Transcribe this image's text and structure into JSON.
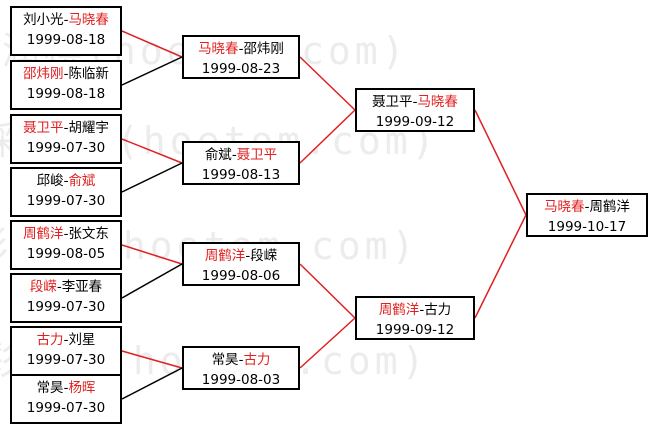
{
  "watermark": [
    "彩润棋(hoetom.com)",
    "彩润棋(hoetom.com)",
    "彩润棋(hoetom.com)",
    "彩润棋(hoetom.com)"
  ],
  "colors": {
    "line_red": "#e02020",
    "line_black": "#000000",
    "highlight": "#e02020"
  },
  "bracket": {
    "round1": [
      {
        "p1": "刘小光",
        "p2": "马晓春",
        "winner": 2,
        "date": "1999-08-18"
      },
      {
        "p1": "邵炜刚",
        "p2": "陈临新",
        "winner": 1,
        "date": "1999-08-18"
      },
      {
        "p1": "聂卫平",
        "p2": "胡耀宇",
        "winner": 1,
        "date": "1999-07-30"
      },
      {
        "p1": "邱峻",
        "p2": "俞斌",
        "winner": 2,
        "date": "1999-07-30"
      },
      {
        "p1": "周鹤洋",
        "p2": "张文东",
        "winner": 1,
        "date": "1999-08-05"
      },
      {
        "p1": "段嵘",
        "p2": "李亚春",
        "winner": 1,
        "date": "1999-07-30"
      },
      {
        "p1": "古力",
        "p2": "刘星",
        "winner": 1,
        "date": "1999-07-30"
      },
      {
        "p1": "常昊",
        "p2": "杨晖",
        "winner": 2,
        "date": "1999-07-30"
      }
    ],
    "round2": [
      {
        "p1": "马晓春",
        "p2": "邵炜刚",
        "winner": 1,
        "date": "1999-08-23"
      },
      {
        "p1": "俞斌",
        "p2": "聂卫平",
        "winner": 2,
        "date": "1999-08-13"
      },
      {
        "p1": "周鹤洋",
        "p2": "段嵘",
        "winner": 1,
        "date": "1999-08-06"
      },
      {
        "p1": "常昊",
        "p2": "古力",
        "winner": 2,
        "date": "1999-08-03"
      }
    ],
    "round3": [
      {
        "p1": "聂卫平",
        "p2": "马晓春",
        "winner": 2,
        "date": "1999-09-12"
      },
      {
        "p1": "周鹤洋",
        "p2": "古力",
        "winner": 1,
        "date": "1999-09-12"
      }
    ],
    "final": [
      {
        "p1": "马晓春",
        "p2": "周鹤洋",
        "winner": 1,
        "date": "1999-10-17"
      }
    ]
  }
}
